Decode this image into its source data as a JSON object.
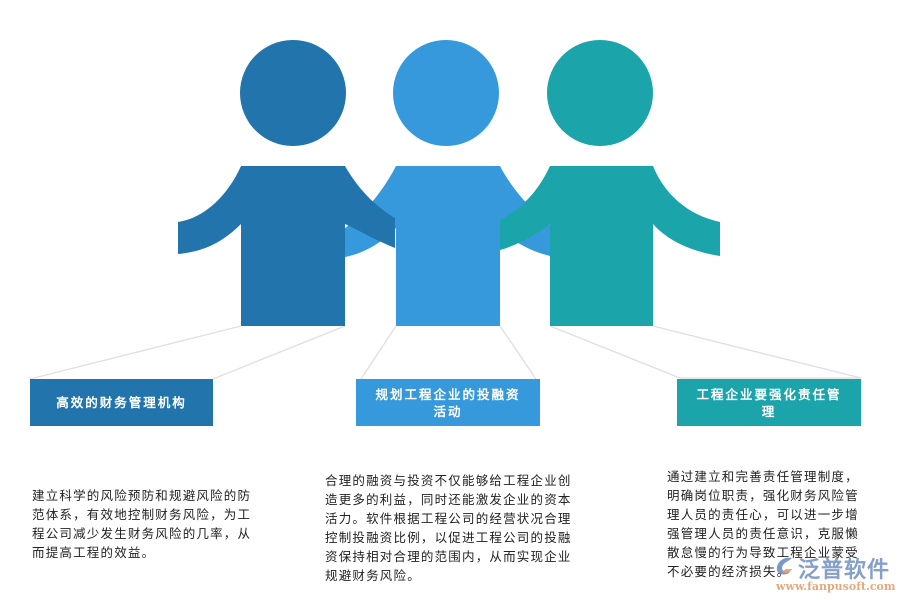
{
  "colors": {
    "person_1": "#2174ac",
    "person_2": "#3699db",
    "person_3": "#1ba4aa",
    "connector": "#e0e0e0",
    "text": "#222222"
  },
  "figures": [
    {
      "id": "person-1",
      "color": "#2174ac",
      "label": "高效的财务管理机构"
    },
    {
      "id": "person-2",
      "color": "#3699db",
      "label": "规划工程企业的投融资活动"
    },
    {
      "id": "person-3",
      "color": "#1ba4aa",
      "label": "工程企业要强化责任管理"
    }
  ],
  "boxes": [
    {
      "title": "高效的财务管理机构"
    },
    {
      "title": "规划工程企业的投融资\n活动"
    },
    {
      "title": "工程企业要强化责任管\n理"
    }
  ],
  "descriptions": [
    {
      "lines": [
        "建立科学的风险预防和规避风险的防",
        "范体系，有效地控制财务风险，为工",
        "程公司减少发生财务风险的几率，从",
        "而提高工程的效益。"
      ]
    },
    {
      "lines": [
        "合理的融资与投资不仅能够给工程企业创",
        "造更多的利益，同时还能激发企业的资本",
        "活力。软件根据工程公司的经营状况合理",
        "控制投融资比例，以促进工程公司的投融",
        "资保持相对合理的范围内，从而实现企业",
        "规避财务风险。"
      ]
    },
    {
      "lines": [
        "通过建立和完善责任管理制度，",
        "明确岗位职责，强化财务风险管",
        "理人员的责任心，可以进一步增",
        "强管理人员的责任意识，克服懒",
        "散怠慢的行为导致工程企业蒙受",
        "不必要的经济损失。"
      ]
    }
  ],
  "watermark": {
    "title": "泛普软件",
    "url": "www.fanpusoft.com",
    "logo_icon": "fanpu-logo-icon"
  }
}
